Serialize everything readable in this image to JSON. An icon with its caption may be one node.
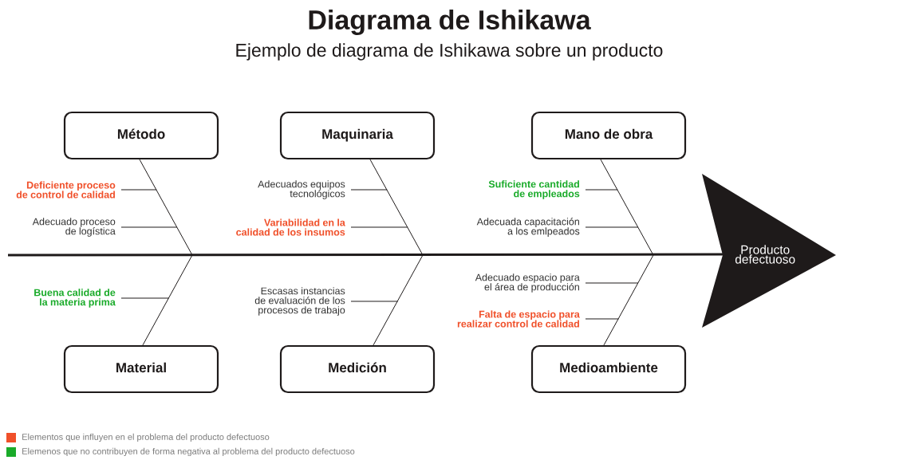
{
  "diagram": {
    "title": "Diagrama de Ishikawa",
    "caption": "Ejemplo de diagrama de Ishikawa sobre un producto",
    "nodes": [
      {
        "text": [
          "Método"
        ]
      },
      {
        "text": [
          "Maquinaria"
        ]
      },
      {
        "text": [
          "Mano de obra"
        ]
      },
      {
        "text": [
          "Deficiente proceso de control de calidad"
        ]
      },
      {
        "text": [
          "Adecuados equipos tecnológicos"
        ]
      },
      {
        "text": [
          "Suficiente cantidad de empleados"
        ]
      },
      {
        "text": [
          "Adecuado proceso de logística"
        ]
      },
      {
        "text": [
          "Variabilidad en la calidad de los insumos"
        ]
      },
      {
        "text": [
          "Adecuada capacitación a los emlpeados"
        ]
      },
      {
        "text": [
          "Producto defectuoso"
        ]
      },
      {
        "text": [
          "Adecuado espacio para el área de producción"
        ]
      },
      {
        "text": [
          "Buena calidad de la materia prima"
        ]
      },
      {
        "text": [
          "Escasas instancias de evaluación de los procesos de trabajo"
        ]
      },
      {
        "text": [
          "Falta de espacio para realizar control de calidad"
        ]
      },
      {
        "text": [
          "Material"
        ]
      },
      {
        "text": [
          "Medición"
        ]
      },
      {
        "text": [
          "Medioambiente"
        ]
      }
    ],
    "edges": [
      {
        "from": null,
        "to": 9,
        "arrow": "none",
        "style": "thick"
      },
      {
        "from": 0,
        "to": null,
        "arrow": "none"
      },
      {
        "from": 1,
        "to": null,
        "arrow": "none"
      },
      {
        "from": 2,
        "to": null,
        "arrow": "none"
      },
      {
        "from": 14,
        "to": null,
        "arrow": "none"
      },
      {
        "from": 15,
        "to": null,
        "arrow": "none"
      },
      {
        "from": 16,
        "to": null,
        "arrow": "none"
      },
      {
        "from": 3,
        "to": null,
        "arrow": "none"
      },
      {
        "from": 4,
        "to": null,
        "arrow": "none"
      },
      {
        "from": 5,
        "to": null,
        "arrow": "none"
      },
      {
        "from": 6,
        "to": null,
        "arrow": "none"
      },
      {
        "from": 7,
        "to": null,
        "arrow": "none"
      },
      {
        "from": 8,
        "to": null,
        "arrow": "none"
      },
      {
        "from": 10,
        "to": null,
        "arrow": "none"
      },
      {
        "from": 11,
        "to": null,
        "arrow": "none"
      },
      {
        "from": 12,
        "to": null,
        "arrow": "none"
      },
      {
        "from": 13,
        "to": null,
        "arrow": "none"
      }
    ],
    "legend": [
      {
        "text": "Elementos que influyen en el problema del producto defectuoso",
        "color": "#f0502a"
      },
      {
        "text": "Elemenos que no contribuyen de forma negativa al problema del producto defectuoso",
        "color": "#1aab2a"
      }
    ]
  }
}
